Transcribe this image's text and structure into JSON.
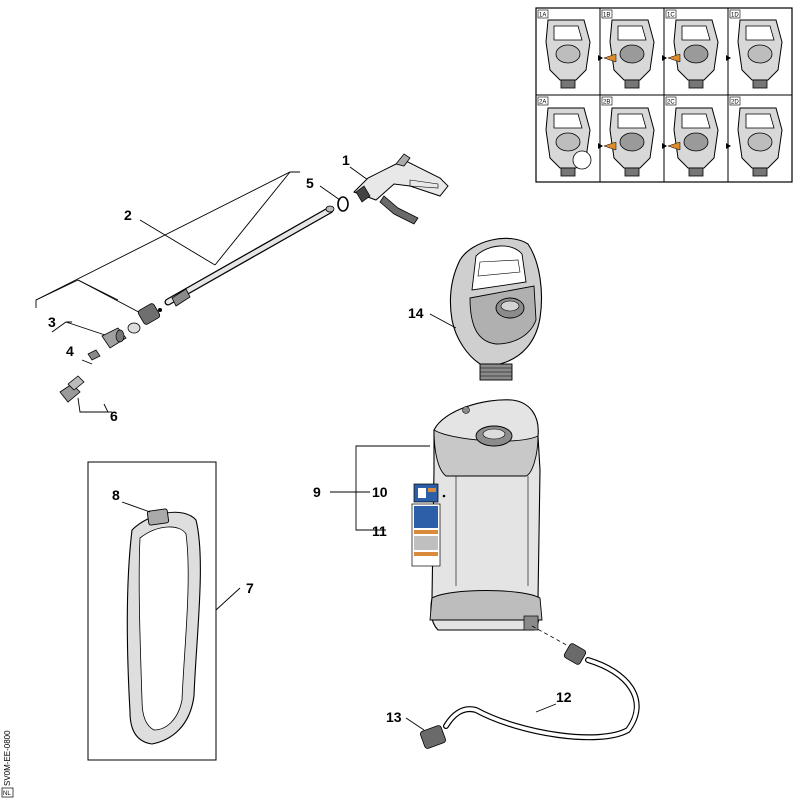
{
  "callouts": [
    "1",
    "2",
    "3",
    "4",
    "5",
    "6",
    "7",
    "8",
    "9",
    "10",
    "11",
    "12",
    "13",
    "14"
  ],
  "inset_panels": [
    "1A",
    "1B",
    "1C",
    "1D",
    "2A",
    "2B",
    "2C",
    "2D"
  ],
  "side_code": "SV0M-EE-0800",
  "corner_mark": "NL",
  "colors": {
    "line": "#000000",
    "part_light": "#e9e9e9",
    "part_mid": "#c8c8c8",
    "part_dark": "#8a8a8a",
    "label_blue": "#2c5fa8",
    "label_orange": "#d98a3a"
  }
}
